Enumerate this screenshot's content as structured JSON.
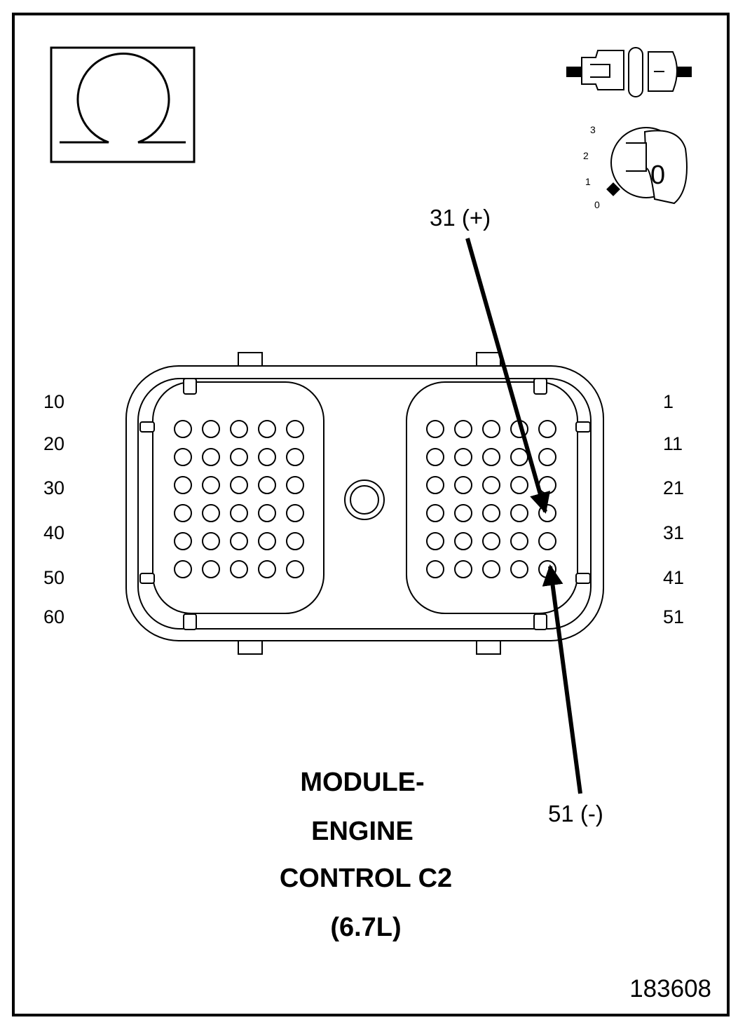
{
  "figure_id": "183608",
  "title_lines": [
    "MODULE-",
    "ENGINE",
    "CONTROL C2",
    "(6.7L)"
  ],
  "left_row_labels": [
    "10",
    "20",
    "30",
    "40",
    "50",
    "60"
  ],
  "right_row_labels": [
    "1",
    "11",
    "21",
    "31",
    "41",
    "51"
  ],
  "probe_positive": "31 (+)",
  "probe_negative": "51 (-)",
  "ignition": {
    "positions": [
      "3",
      "2",
      "1",
      "0"
    ],
    "key_label": "0"
  },
  "icons": [
    "ohm-meter-icon",
    "connector-disconnected-icon",
    "ignition-key-icon"
  ]
}
